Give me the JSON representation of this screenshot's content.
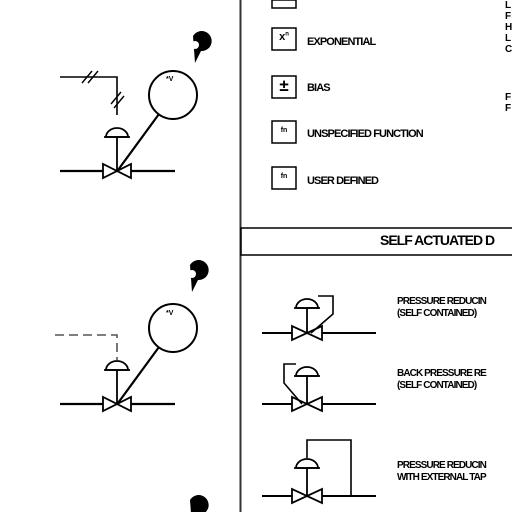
{
  "functions": [
    {
      "symbol": "x",
      "sup": "n",
      "label": "EXPONENTIAL"
    },
    {
      "symbol": "±",
      "label": "BIAS"
    },
    {
      "symbol": "fn",
      "label": "UNSPECIFIED FUNCTION"
    },
    {
      "symbol": "fn",
      "label": "USER DEFINED"
    }
  ],
  "right_edge_fragments": [
    "L",
    "F",
    "H",
    "L",
    "C",
    "F",
    "F"
  ],
  "section_header": "SELF ACTUATED D",
  "self_actuated": [
    {
      "line1": "PRESSURE REDUCIN",
      "line2": "(SELF CONTAINED)"
    },
    {
      "line1": "BACK PRESSURE RE",
      "line2": "(SELF CONTAINED)"
    },
    {
      "line1": "PRESSURE REDUCIN",
      "line2": "WITH EXTERNAL TAP"
    }
  ],
  "instrument_tag": "*V",
  "colors": {
    "line": "#000000",
    "dashed": "#555555",
    "frame": "#333333"
  }
}
